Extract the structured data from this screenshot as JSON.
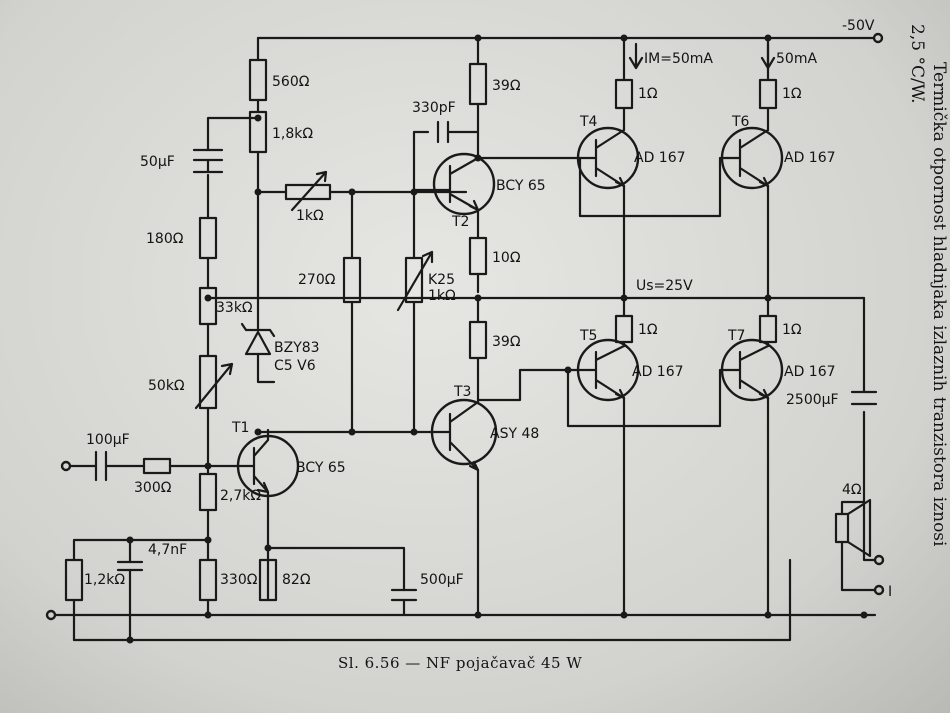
{
  "supply": {
    "voltage": "-50V",
    "midpoint": "Us=25V",
    "current_m": "IM=50mA",
    "current_b": "50mA"
  },
  "components": {
    "r_560": "560Ω",
    "r_1k8": "1,8kΩ",
    "r_1k_trim": "1kΩ",
    "c_50u": "50μF",
    "r_180": "180Ω",
    "r_33k": "33kΩ",
    "r_50k": "50kΩ",
    "c_100u": "100μF",
    "r_300": "300Ω",
    "r_2k7": "2,7kΩ",
    "r_1k2": "1,2kΩ",
    "c_4n7": "4,7nF",
    "r_330": "330Ω",
    "r_82": "82Ω",
    "c_500u": "500μF",
    "r_270": "270Ω",
    "zener_line1": "BZY83",
    "zener_line2": "C5 V6",
    "c_330p": "330pF",
    "r_39_top": "39Ω",
    "r_10": "10Ω",
    "r_39_mid": "39Ω",
    "pot_k25_line1": "K25",
    "pot_k25_line2": "1kΩ",
    "r_1_t4": "1Ω",
    "r_1_t6": "1Ω",
    "r_1_t5": "1Ω",
    "r_1_t7": "1Ω",
    "c_2500u": "2500μF",
    "speaker": "4Ω"
  },
  "transistors": {
    "t1": {
      "ref": "T1",
      "type": "BCY 65"
    },
    "t2": {
      "ref": "T2",
      "type": "BCY 65"
    },
    "t3": {
      "ref": "T3",
      "type": "ASY 48"
    },
    "t4": {
      "ref": "T4",
      "type": "AD 167"
    },
    "t5": {
      "ref": "T5",
      "type": "AD 167"
    },
    "t6": {
      "ref": "T6",
      "type": "AD 167"
    },
    "t7": {
      "ref": "T7",
      "type": "AD 167"
    }
  },
  "terminals": {
    "out_bottom": "I"
  },
  "caption": "Sl. 6.56 — NF pojačavač 45 W",
  "side_note": {
    "line1": "2,5 °C/W.",
    "line2": "Termička otpornost hladnjaka izlaznih tranzistora iznosi"
  },
  "colors": {
    "paper": "#d8d8d4",
    "ink": "#1a1a1a"
  }
}
